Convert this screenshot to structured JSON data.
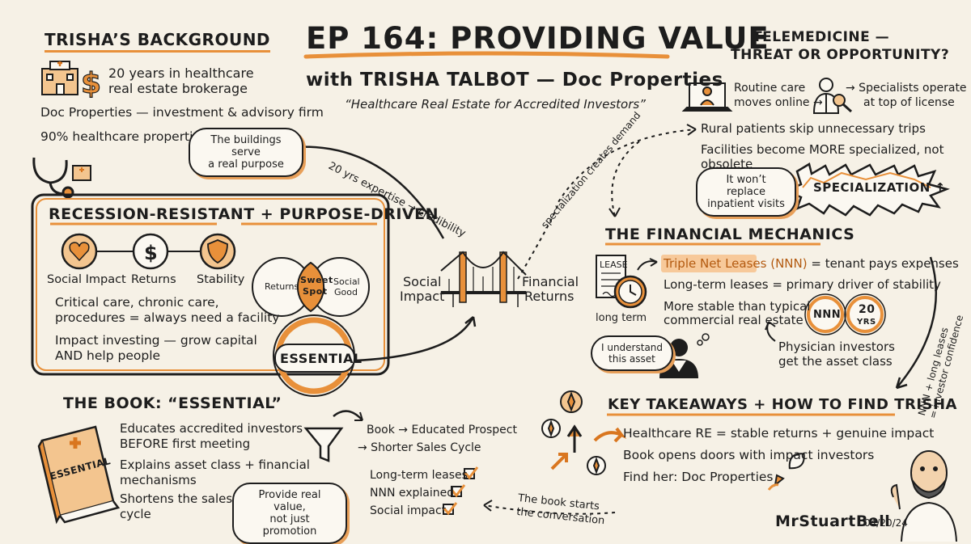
{
  "colors": {
    "accent": "#e8903a",
    "ink": "#1d1d1d",
    "paper": "#f6f1e6",
    "highlight": "#f7c99a"
  },
  "title": {
    "main": "EP 164: PROVIDING VALUE",
    "sub": "with TRISHA TALBOT — Doc Properties",
    "tagline": "“Healthcare Real Estate for Accredited Investors”"
  },
  "background": {
    "heading": "TRISHA’S BACKGROUND",
    "line1": "20 years in healthcare",
    "line2": "real estate brokerage",
    "line3": "Doc Properties — investment & advisory firm",
    "line4": "90% healthcare properties",
    "bubble_line1": "The buildings serve",
    "bubble_line2": "a real purpose"
  },
  "recession": {
    "heading_a": "RECESSION-RESISTANT",
    "plus": "+",
    "heading_b": "PURPOSE-DRIVEN",
    "icons": [
      "Social Impact",
      "Returns",
      "Stability"
    ],
    "p1a": "Critical care, chronic care,",
    "p1b": "procedures = always need a facility",
    "p2a": "Impact investing — grow capital",
    "p2b": "AND help people",
    "venn_left": "Returns",
    "venn_mid1": "Sweet",
    "venn_mid2": "Spot",
    "venn_right1": "Social",
    "venn_right2": "Good",
    "badge": "ESSENTIAL"
  },
  "bridge": {
    "left1": "Social",
    "left2": "Impact",
    "right1": "Financial",
    "right2": "Returns",
    "arrow_top": "20 yrs expertise → credibility",
    "arrow_demand": "specialization creates demand"
  },
  "telemedicine": {
    "heading1": "TELEMEDICINE —",
    "heading2": "THREAT OR OPPORTUNITY?",
    "routine1": "Routine care",
    "routine2": "moves online →",
    "spec1": "→ Specialists operate",
    "spec2": "at top of license",
    "line1": "Rural patients skip unnecessary trips",
    "line2": "Facilities become MORE specialized, not obsolete",
    "bubble1": "It won’t replace",
    "bubble2": "inpatient visits",
    "burst": "SPECIALIZATION ↑"
  },
  "financial": {
    "heading": "THE FINANCIAL MECHANICS",
    "lease_label": "LEASE",
    "clock_label": "long term",
    "nnn_a": "Triple Net Leases (NNN)",
    "nnn_b": " = tenant pays expenses",
    "l2": "Long-term leases = primary driver of stability",
    "l3a": "More stable than typical",
    "l3b": "commercial real estate",
    "badge1": "NNN",
    "badge2a": "20",
    "badge2b": "YRS",
    "bubble1": "I understand",
    "bubble2": "this asset",
    "phys1": "Physician investors",
    "phys2": "get the asset class",
    "side_arrow1": "NNN + long leases",
    "side_arrow2": "= investor confidence"
  },
  "book": {
    "heading": "THE BOOK: “ESSENTIAL”",
    "cover": "ESSENTIAL",
    "l1a": "Educates accredited investors",
    "l1b": "BEFORE first meeting",
    "l2a": "Explains asset class + financial",
    "l2b": "mechanisms",
    "l3a": "Shortens the sales",
    "l3b": "cycle",
    "f1": "Book → Educated Prospect",
    "f2": "→ Shorter Sales Cycle",
    "checks": [
      "Long-term leases",
      "NNN explained",
      "Social impact"
    ],
    "bubble1": "Provide real value,",
    "bubble2": "not just promotion",
    "starts1": "The book starts",
    "starts2": "the conversation"
  },
  "takeaways": {
    "heading": "KEY TAKEAWAYS + HOW TO FIND TRISHA",
    "l1": "Healthcare RE = stable returns + genuine impact",
    "l2": "Book opens doors with impact investors",
    "l3": "Find her: Doc Properties"
  },
  "signature": {
    "name": "MrStuartBell",
    "date": "04/20/24"
  },
  "icons": [
    "hospital-icon",
    "dollar-icon",
    "stethoscope-icon",
    "heart-icon",
    "shield-icon",
    "bridge-icon",
    "laptop-doctor-icon",
    "doctor-icon",
    "lease-document-icon",
    "clock-icon",
    "thinking-doctor-icon",
    "book-icon",
    "funnel-icon",
    "compass-icon",
    "rocket-icon",
    "avatar-icon"
  ]
}
